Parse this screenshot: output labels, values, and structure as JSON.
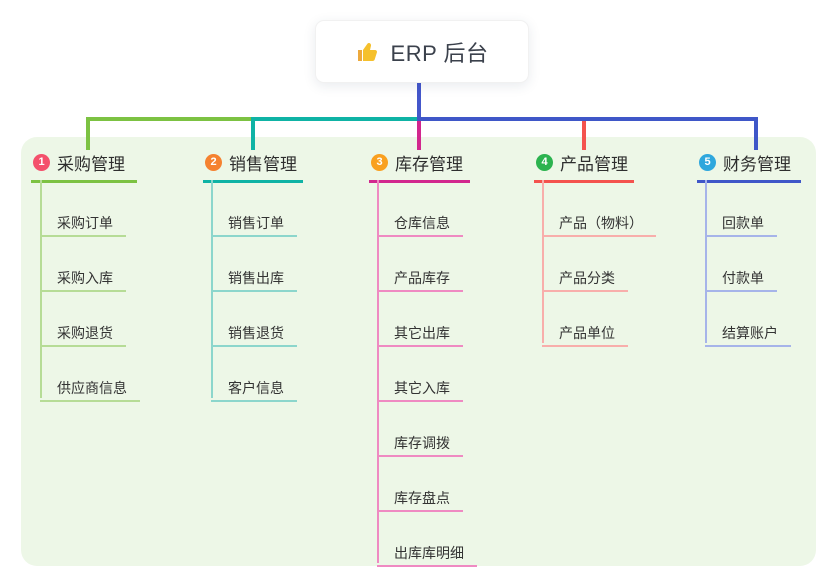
{
  "root": {
    "icon": "thumbs-up-icon",
    "label": "ERP 后台"
  },
  "colors": {
    "root_connector": "#4457cb",
    "panel_background": "#edf7e7",
    "root_text": "#3b414c",
    "child_text": "#333333",
    "thumb_yellow": "#f5c02c",
    "thumb_cuff": "#eda93c"
  },
  "branches": [
    {
      "number": "1",
      "label": "采购管理",
      "badge_color": "#f4516c",
      "line_color": "#7cc242",
      "light_line_color": "#b6dc96",
      "children": [
        "采购订单",
        "采购入库",
        "采购退货",
        "供应商信息"
      ]
    },
    {
      "number": "2",
      "label": "销售管理",
      "badge_color": "#f58230",
      "line_color": "#0fb3a5",
      "light_line_color": "#8cd6cc",
      "children": [
        "销售订单",
        "销售出库",
        "销售退货",
        "客户信息"
      ]
    },
    {
      "number": "3",
      "label": "库存管理",
      "badge_color": "#f9a01f",
      "line_color": "#d2278e",
      "light_line_color": "#ef8ac2",
      "children": [
        "仓库信息",
        "产品库存",
        "其它出库",
        "其它入库",
        "库存调拨",
        "库存盘点",
        "出库库明细"
      ]
    },
    {
      "number": "4",
      "label": "产品管理",
      "badge_color": "#2cb34f",
      "line_color": "#f4534e",
      "light_line_color": "#f8aeab",
      "children": [
        "产品（物料）",
        "产品分类",
        "产品单位"
      ]
    },
    {
      "number": "5",
      "label": "财务管理",
      "badge_color": "#2ea7dd",
      "line_color": "#3f57c8",
      "light_line_color": "#a6b4e9",
      "children": [
        "回款单",
        "付款单",
        "结算账户"
      ]
    }
  ]
}
